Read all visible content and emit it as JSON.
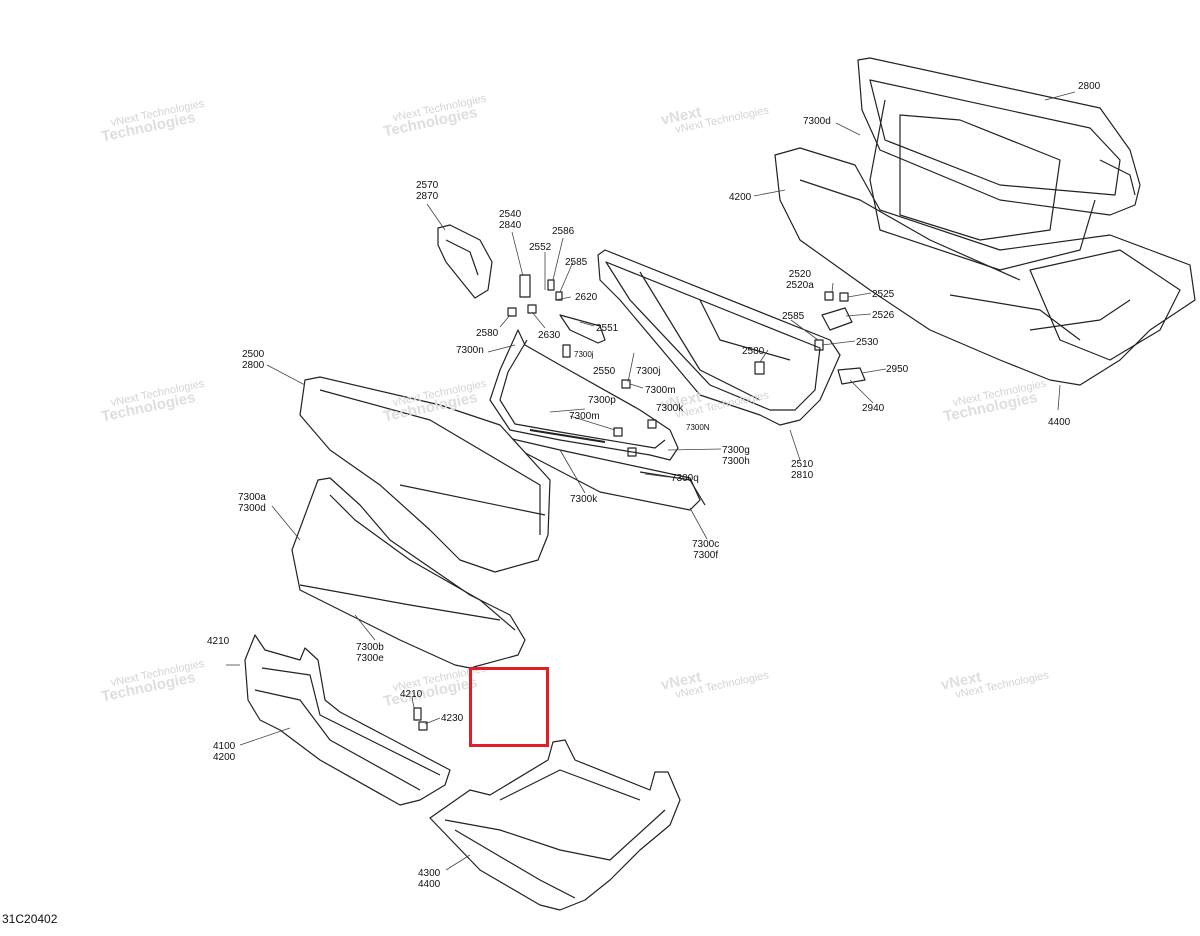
{
  "diagram_id": "31C20402",
  "highlight_color": "#e11d2a",
  "watermark": {
    "line1": "vNext",
    "line2": "Technologies",
    "line3": "vNext Technologies"
  },
  "labels": {
    "l2800_top": [
      "2800"
    ],
    "l7300d_top": [
      "7300d"
    ],
    "l4200_top": [
      "4200"
    ],
    "l4400_right": [
      "4400"
    ],
    "l2570": [
      "2570",
      "2870"
    ],
    "l2540": [
      "2540",
      "2840"
    ],
    "l2552": [
      "2552"
    ],
    "l2586": [
      "2586"
    ],
    "l2585_a": [
      "2585"
    ],
    "l2620": [
      "2620"
    ],
    "l2580_a": [
      "2580"
    ],
    "l2630": [
      "2630"
    ],
    "l2551": [
      "2551"
    ],
    "l7300j_small": [
      "7300j"
    ],
    "l2550": [
      "2550"
    ],
    "l7300n": [
      "7300n"
    ],
    "l7300j": [
      "7300j"
    ],
    "l7300m": [
      "7300m"
    ],
    "l7300p": [
      "7300p"
    ],
    "l7300m_b": [
      "7300m"
    ],
    "l7300k_small": [
      "7300k"
    ],
    "l7300n_small": [
      "7300N"
    ],
    "l7300g": [
      "7300g",
      "7300h"
    ],
    "l7300q": [
      "7300q"
    ],
    "l7300k": [
      "7300k"
    ],
    "l2520": [
      "2520",
      "2520a"
    ],
    "l2525": [
      "2525"
    ],
    "l2526": [
      "2526"
    ],
    "l2585_b": [
      "2585"
    ],
    "l2530": [
      "2530"
    ],
    "l2580_b": [
      "2580"
    ],
    "l2950": [
      "2950"
    ],
    "l2940": [
      "2940"
    ],
    "l2510": [
      "2510",
      "2810"
    ],
    "l2500": [
      "2500",
      "2800"
    ],
    "l7300a": [
      "7300a",
      "7300d"
    ],
    "l7300c": [
      "7300c",
      "7300f"
    ],
    "l7300b": [
      "7300b",
      "7300e"
    ],
    "l4210_a": [
      "4210"
    ],
    "l4210_b": [
      "4210"
    ],
    "l4230": [
      "4230"
    ],
    "l4100": [
      "4100",
      "4200"
    ],
    "l4300": [
      "4300",
      "4400"
    ]
  }
}
